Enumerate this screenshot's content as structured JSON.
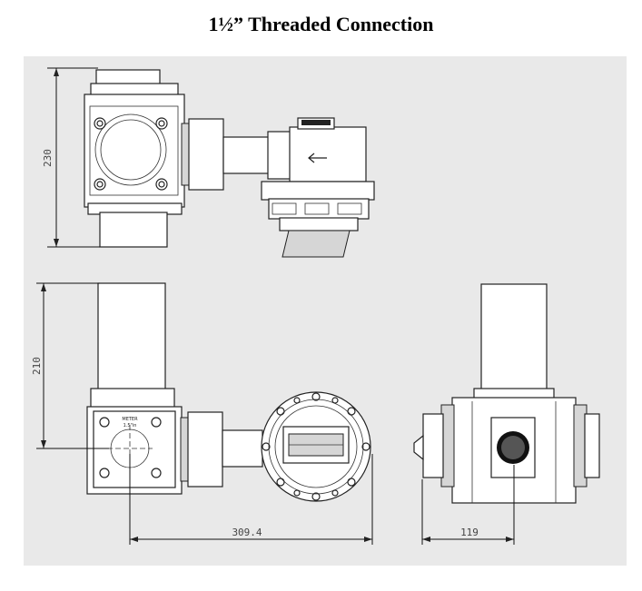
{
  "title": "1½” Threaded Connection",
  "dimensions": {
    "height_top_view": "230",
    "height_front_view": "210",
    "width_front_view": "309.4",
    "width_side_view": "119"
  },
  "colors": {
    "panel": "#e9e9e9",
    "line": "#222222",
    "body_fill": "#ffffff"
  },
  "labels": {
    "plate_line1": "METER",
    "plate_line2": "1.5\"in"
  }
}
